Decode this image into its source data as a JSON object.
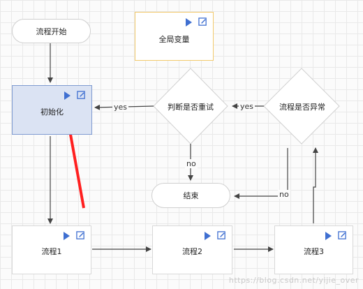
{
  "nodes": {
    "start": "流程开始",
    "global_vars": "全局变量",
    "init": "初始化",
    "retry_check": "判断是否重试",
    "error_check": "流程是否异常",
    "end": "结束",
    "flow1": "流程1",
    "flow2": "流程2",
    "flow3": "流程3"
  },
  "edge_labels": {
    "yes_to_init": "yes",
    "yes_to_retry": "yes",
    "no_to_end_from_retry": "no",
    "no_to_end_from_error": "no"
  },
  "watermark": "https://blog.csdn.net/yijie_over",
  "colors": {
    "accent": "#3f6fd1",
    "selected_fill": "#dbe3f3",
    "variable_border": "#f2c96b",
    "annotation_arrow": "#ff2020"
  },
  "icons": [
    "play-icon",
    "edit-icon"
  ]
}
